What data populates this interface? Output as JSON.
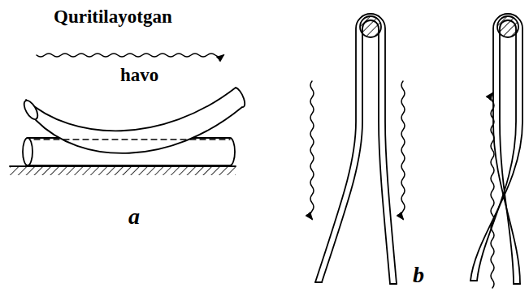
{
  "diagram": {
    "labels": [
      "Quritilayotgan",
      "havo",
      "a",
      "b"
    ]
  }
}
